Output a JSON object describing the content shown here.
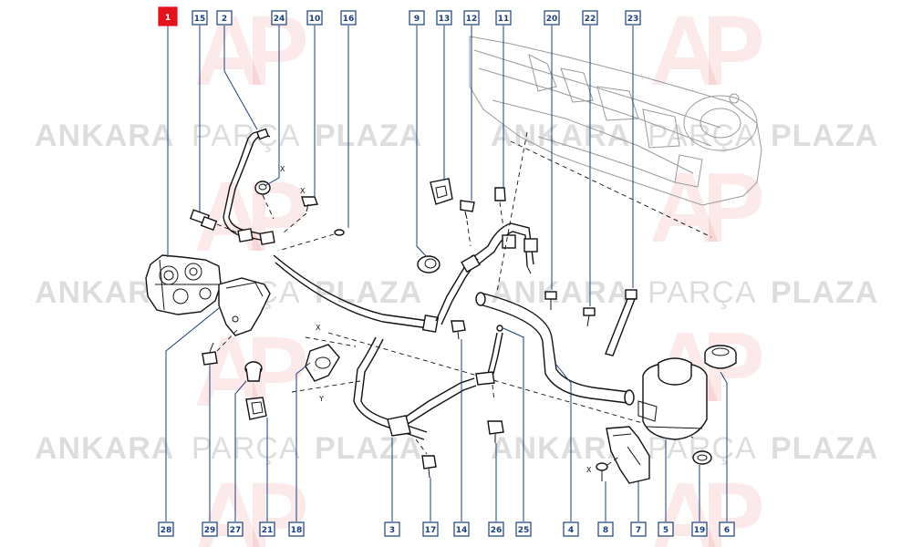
{
  "callouts": {
    "top": [
      "1",
      "15",
      "2",
      "24",
      "10",
      "16",
      "9",
      "13",
      "12",
      "11",
      "20",
      "22",
      "23"
    ],
    "bottom": [
      "28",
      "29",
      "27",
      "21",
      "18",
      "3",
      "17",
      "14",
      "26",
      "25",
      "4",
      "8",
      "7",
      "5",
      "19",
      "6"
    ]
  },
  "watermark": {
    "word1": "ANKARA",
    "word2": "PARÇA",
    "word3": "PLAZA"
  },
  "axis_letters": {
    "x": "X",
    "y": "Y"
  },
  "colors": {
    "callout_border": "#1a3f7a",
    "main_callout": "#e3121b",
    "watermark_logo": "#e3121b"
  }
}
